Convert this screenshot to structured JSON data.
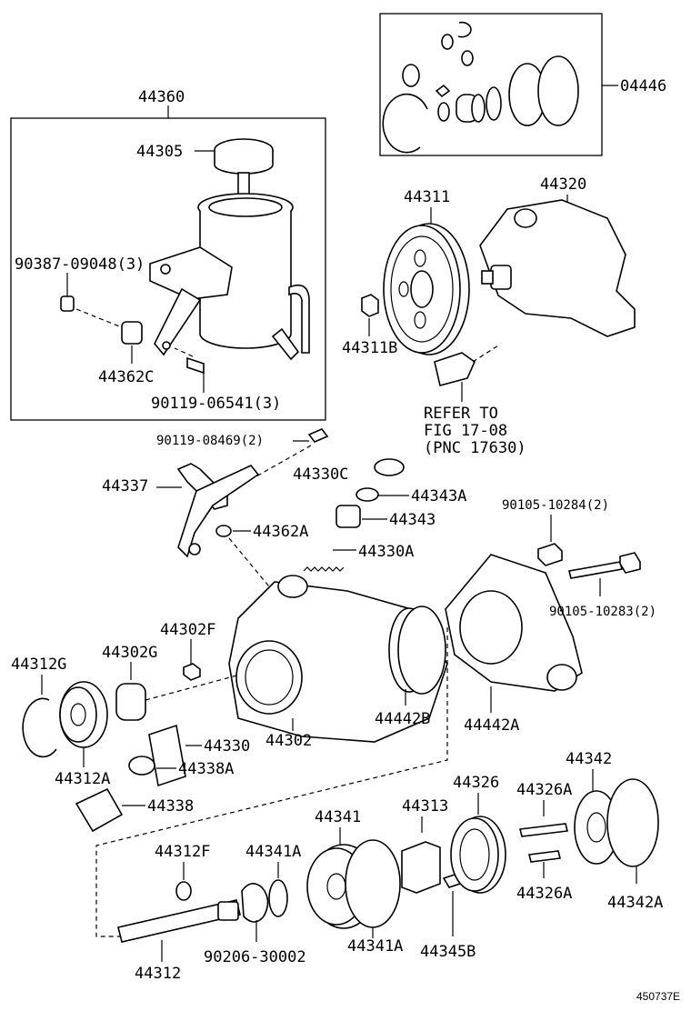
{
  "diagram_id": "450737E",
  "labels": {
    "l04446": "04446",
    "l44360": "44360",
    "l44305": "44305",
    "l90387": "90387-09048(3)",
    "l44362C": "44362C",
    "l90119a": "90119-06541(3)",
    "l44311": "44311",
    "l44320": "44320",
    "l44311B": "44311B",
    "l90119b": "90119-08469(2)",
    "l44337": "44337",
    "l44330C": "44330C",
    "l44343A": "44343A",
    "l44343": "44343",
    "l44362A": "44362A",
    "l44330A": "44330A",
    "l90105a": "90105-10284(2)",
    "l90105b": "90105-10283(2)",
    "l44302F": "44302F",
    "l44312G": "44312G",
    "l44302G": "44302G",
    "l44330": "44330",
    "l44302": "44302",
    "l44442B": "44442B",
    "l44442A": "44442A",
    "l44312A": "44312A",
    "l44338A": "44338A",
    "l44338": "44338",
    "l44342": "44342",
    "l44326": "44326",
    "l44326A1": "44326A",
    "l44313": "44313",
    "l44341": "44341",
    "l44312F": "44312F",
    "l44341A1": "44341A",
    "l44326A2": "44326A",
    "l44342A": "44342A",
    "l44312": "44312",
    "l90206": "90206-30002",
    "l44341A2": "44341A",
    "l44345B": "44345B"
  },
  "refer": {
    "line1": "REFER TO",
    "line2": "FIG 17-08",
    "line3": "(PNC 17630)"
  }
}
